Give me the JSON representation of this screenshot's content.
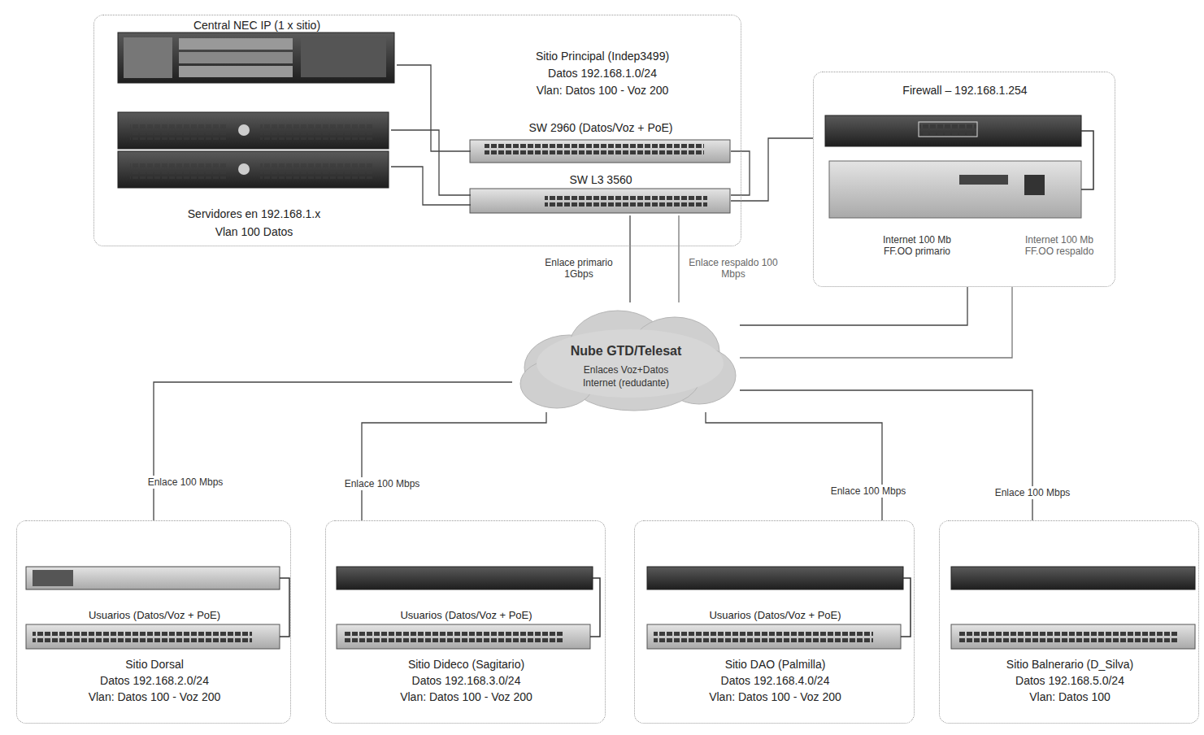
{
  "diagram": {
    "nodes": [
      {
        "text": [
          "Sitio Principal (Indep3499)",
          "Datos 192.168.1.0/24",
          "Vlan: Datos 100 - Voz 200"
        ]
      },
      {
        "text": [
          "Central NEC IP (1 x sitio)"
        ],
        "in": 0
      },
      {
        "text": [
          "Servidores en 192.168.1.x",
          "Vlan 100 Datos"
        ],
        "in": 0
      },
      {
        "text": [
          "SW 2960 (Datos/Voz + PoE)"
        ],
        "in": 0
      },
      {
        "text": [
          "SW L3 3560"
        ],
        "in": 0
      },
      {
        "text": [
          "Firewall – 192.168.1.254"
        ]
      },
      {
        "text": [
          "Nube GTD/Telesat",
          "Enlaces Voz+Datos",
          "Internet (redudante)"
        ]
      },
      {
        "text": [
          "Usuarios (Datos/Voz + PoE)",
          "Sitio Dorsal",
          "Datos 192.168.2.0/24",
          "Vlan: Datos 100 - Voz 200"
        ]
      },
      {
        "text": [
          "Usuarios (Datos/Voz + PoE)",
          "Sitio Dideco (Sagitario)",
          "Datos 192.168.3.0/24",
          "Vlan: Datos 100 - Voz 200"
        ]
      },
      {
        "text": [
          "Usuarios (Datos/Voz + PoE)",
          "Sitio DAO (Palmilla)",
          "Datos 192.168.4.0/24",
          "Vlan: Datos 100 - Voz 200"
        ]
      },
      {
        "text": [
          "Sitio Balnerario (D_Silva)",
          "Datos 192.168.5.0/24",
          "Vlan: Datos 100"
        ]
      }
    ],
    "edges": [
      {
        "from": 1,
        "to": 3,
        "arrow": "none"
      },
      {
        "from": 2,
        "to": 4,
        "arrow": "none"
      },
      {
        "from": 2,
        "to": 4,
        "arrow": "none"
      },
      {
        "from": 3,
        "to": 4,
        "arrow": "none"
      },
      {
        "from": 4,
        "to": 5,
        "arrow": "none"
      },
      {
        "from": 4,
        "to": 6,
        "label": "Enlace primario 1Gbps",
        "arrow": "none"
      },
      {
        "from": 4,
        "to": 6,
        "label": "Enlace respaldo 100 Mbps",
        "arrow": "none"
      },
      {
        "from": 5,
        "to": 6,
        "label": "Internet 100 Mb FF.OO primario",
        "arrow": "none"
      },
      {
        "from": 5,
        "to": 6,
        "label": "Internet 100 Mb FF.OO respaldo",
        "arrow": "none"
      },
      {
        "from": 6,
        "to": 7,
        "label": "Enlace 100 Mbps",
        "arrow": "none"
      },
      {
        "from": 6,
        "to": 8,
        "label": "Enlace 100 Mbps",
        "arrow": "none"
      },
      {
        "from": 6,
        "to": 9,
        "label": "Enlace 100 Mbps",
        "arrow": "none"
      },
      {
        "from": 6,
        "to": 10,
        "label": "Enlace 100 Mbps",
        "arrow": "none"
      }
    ]
  }
}
